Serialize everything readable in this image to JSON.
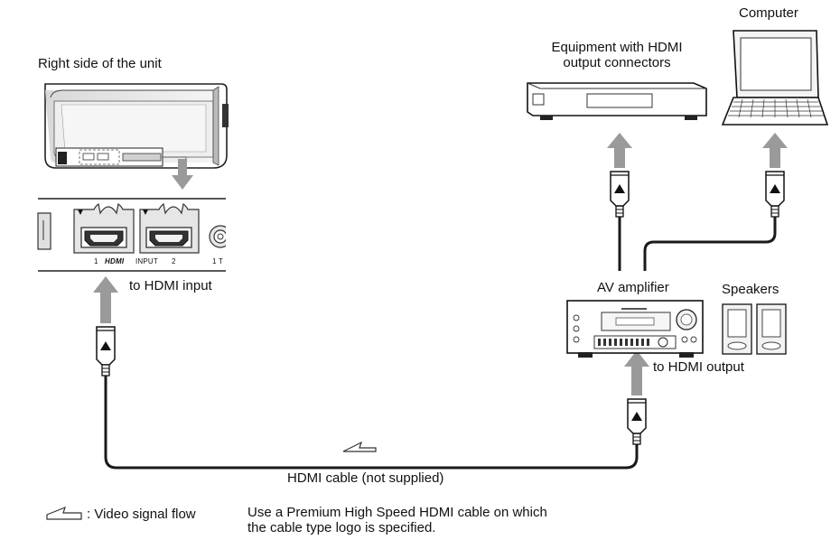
{
  "labels": {
    "right_side": "Right side of the unit",
    "to_hdmi_input": "to HDMI input",
    "equipment_line1": "Equipment with HDMI",
    "equipment_line2": "output connectors",
    "computer": "Computer",
    "av_amplifier": "AV amplifier",
    "speakers": "Speakers",
    "to_hdmi_output": "to HDMI output",
    "hdmi_cable": "HDMI cable (not supplied)",
    "legend": ": Video signal flow",
    "note_line1": "Use a Premium High Speed HDMI cable on which",
    "note_line2": "the cable type logo is specified."
  },
  "panel": {
    "port1": "1",
    "hdmi_logo": "HDMI",
    "input_text": "INPUT",
    "port2": "2",
    "edge_text": "1 T"
  },
  "colors": {
    "arrow": "#9a9a9a",
    "line": "#1a1a1a",
    "panel_gray": "#e6e6e6"
  }
}
